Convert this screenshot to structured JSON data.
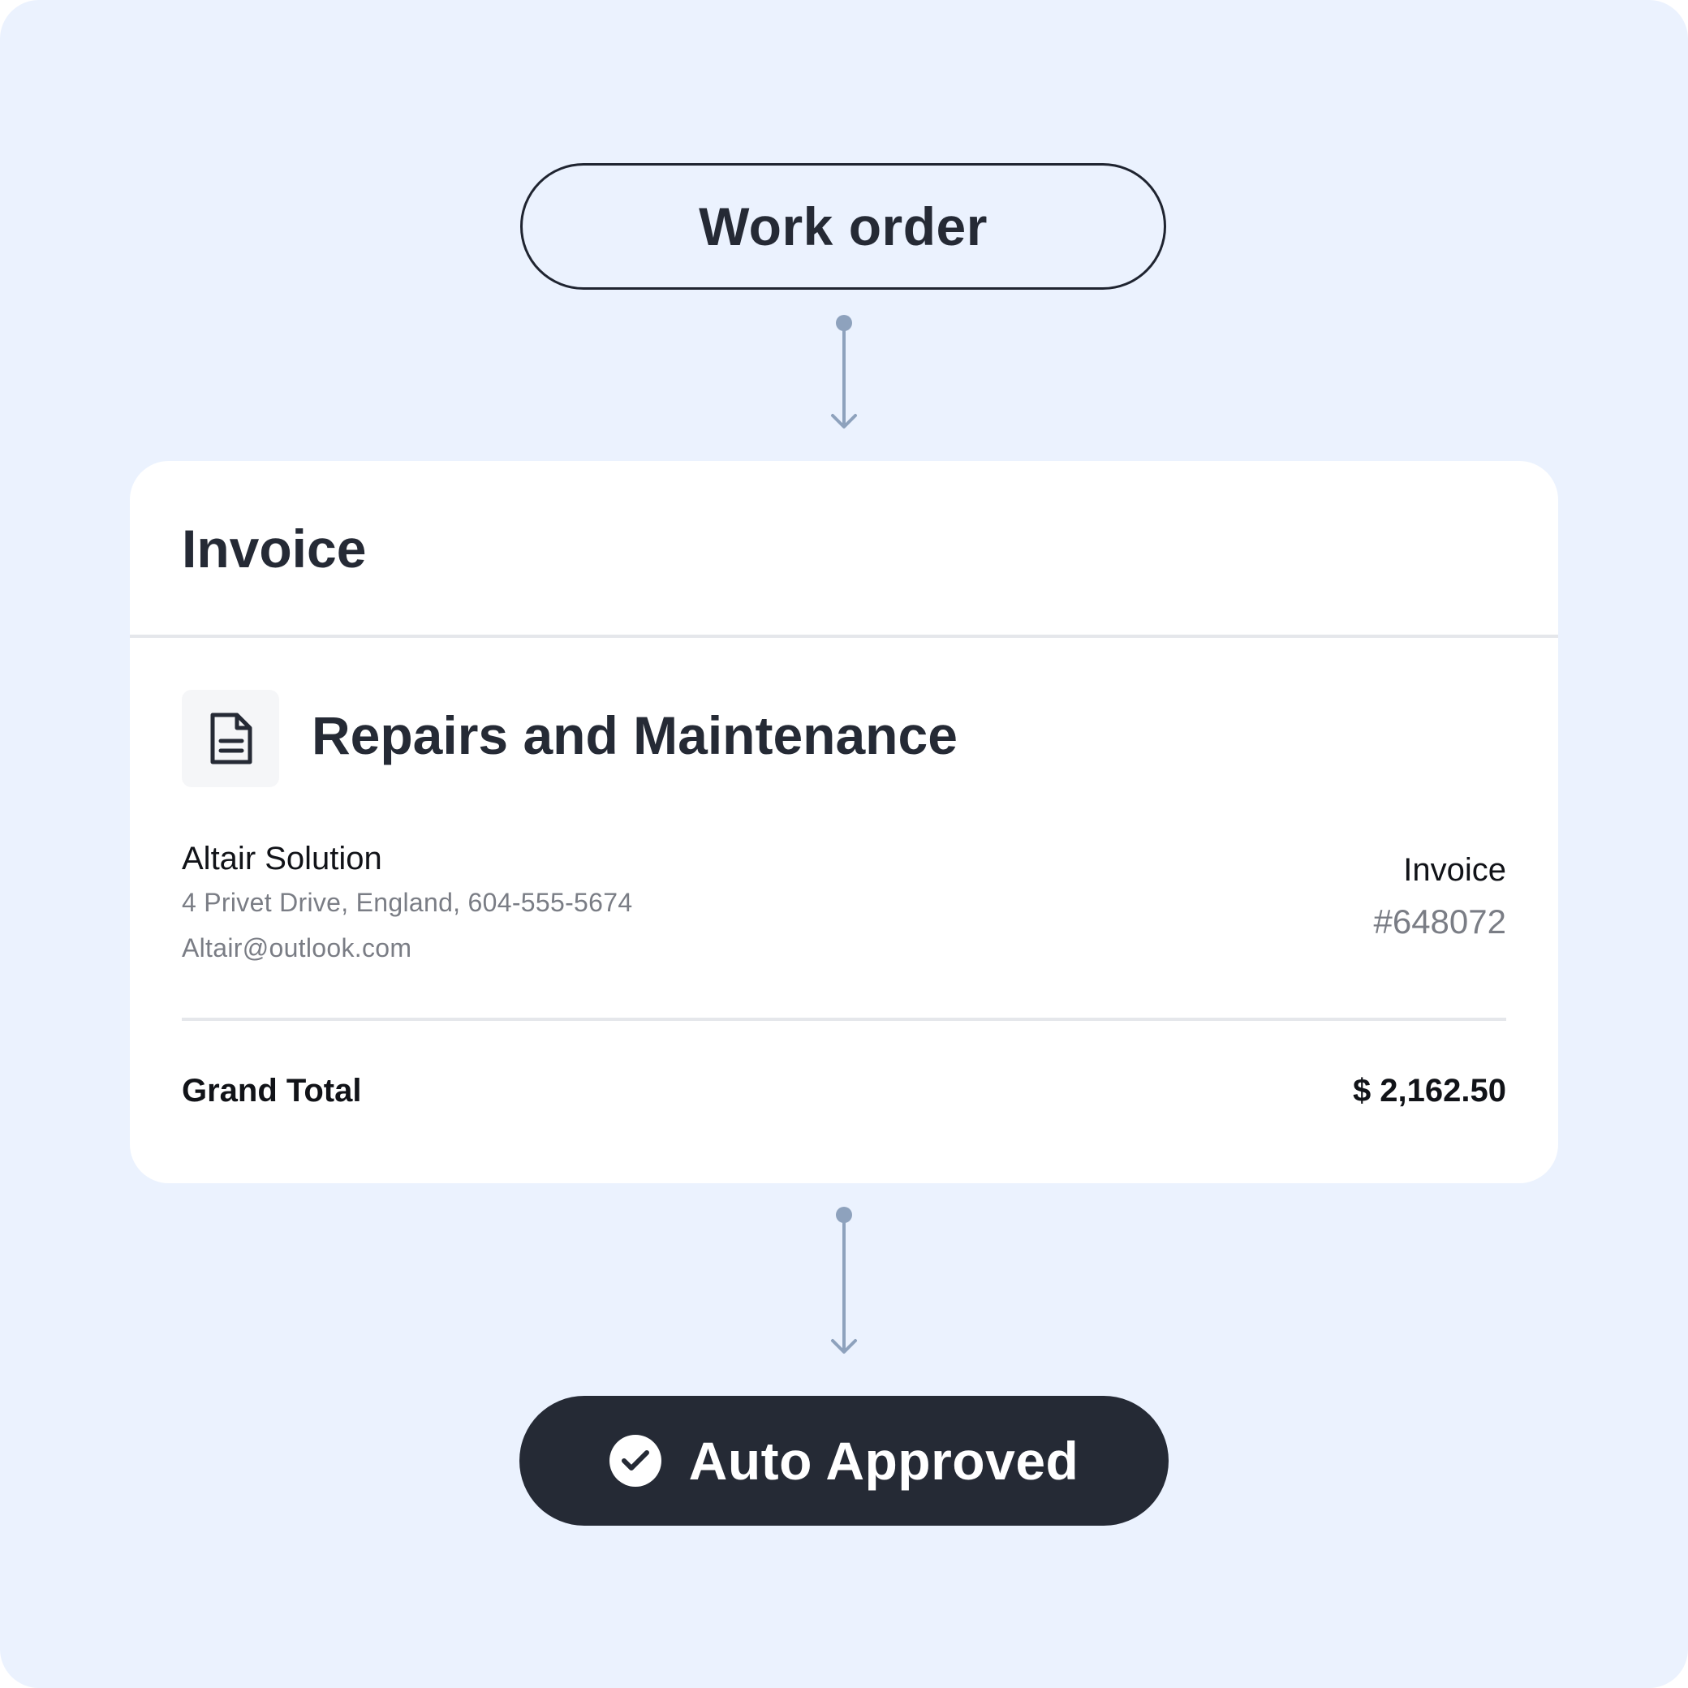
{
  "colors": {
    "background": "#ebf2fe",
    "card": "#ffffff",
    "dark": "#252a35",
    "connector": "#8ea2bd",
    "muted_text": "#7a7d85"
  },
  "flow": {
    "start_label": "Work order",
    "end_label": "Auto Approved",
    "end_icon": "check-circle-icon"
  },
  "invoice_card": {
    "title": "Invoice",
    "section_icon": "document-icon",
    "section_title": "Repairs and Maintenance",
    "vendor": {
      "name": "Altair Solution",
      "address": "4 Privet Drive, England, 604-555-5674",
      "email": "Altair@outlook.com"
    },
    "invoice_label": "Invoice",
    "invoice_number": "#648072",
    "total_label": "Grand Total",
    "total_value": "$ 2,162.50"
  }
}
